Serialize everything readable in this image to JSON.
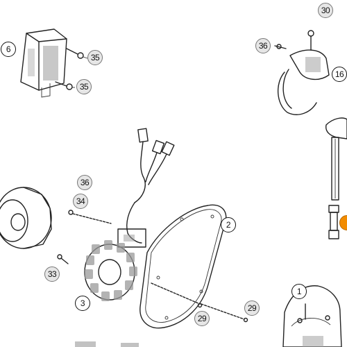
{
  "callouts": {
    "c6": "6",
    "c35a": "35",
    "c35b": "35",
    "c30": "30",
    "c36a": "36",
    "c16": "16",
    "c36b": "36",
    "c34": "34",
    "c2": "2",
    "c33": "33",
    "c3": "3",
    "c29a": "29",
    "c29b": "29",
    "c1": "1",
    "cOrange": ""
  },
  "colors": {
    "accent": "#f28c00",
    "line": "#222222",
    "background": "#ffffff"
  }
}
